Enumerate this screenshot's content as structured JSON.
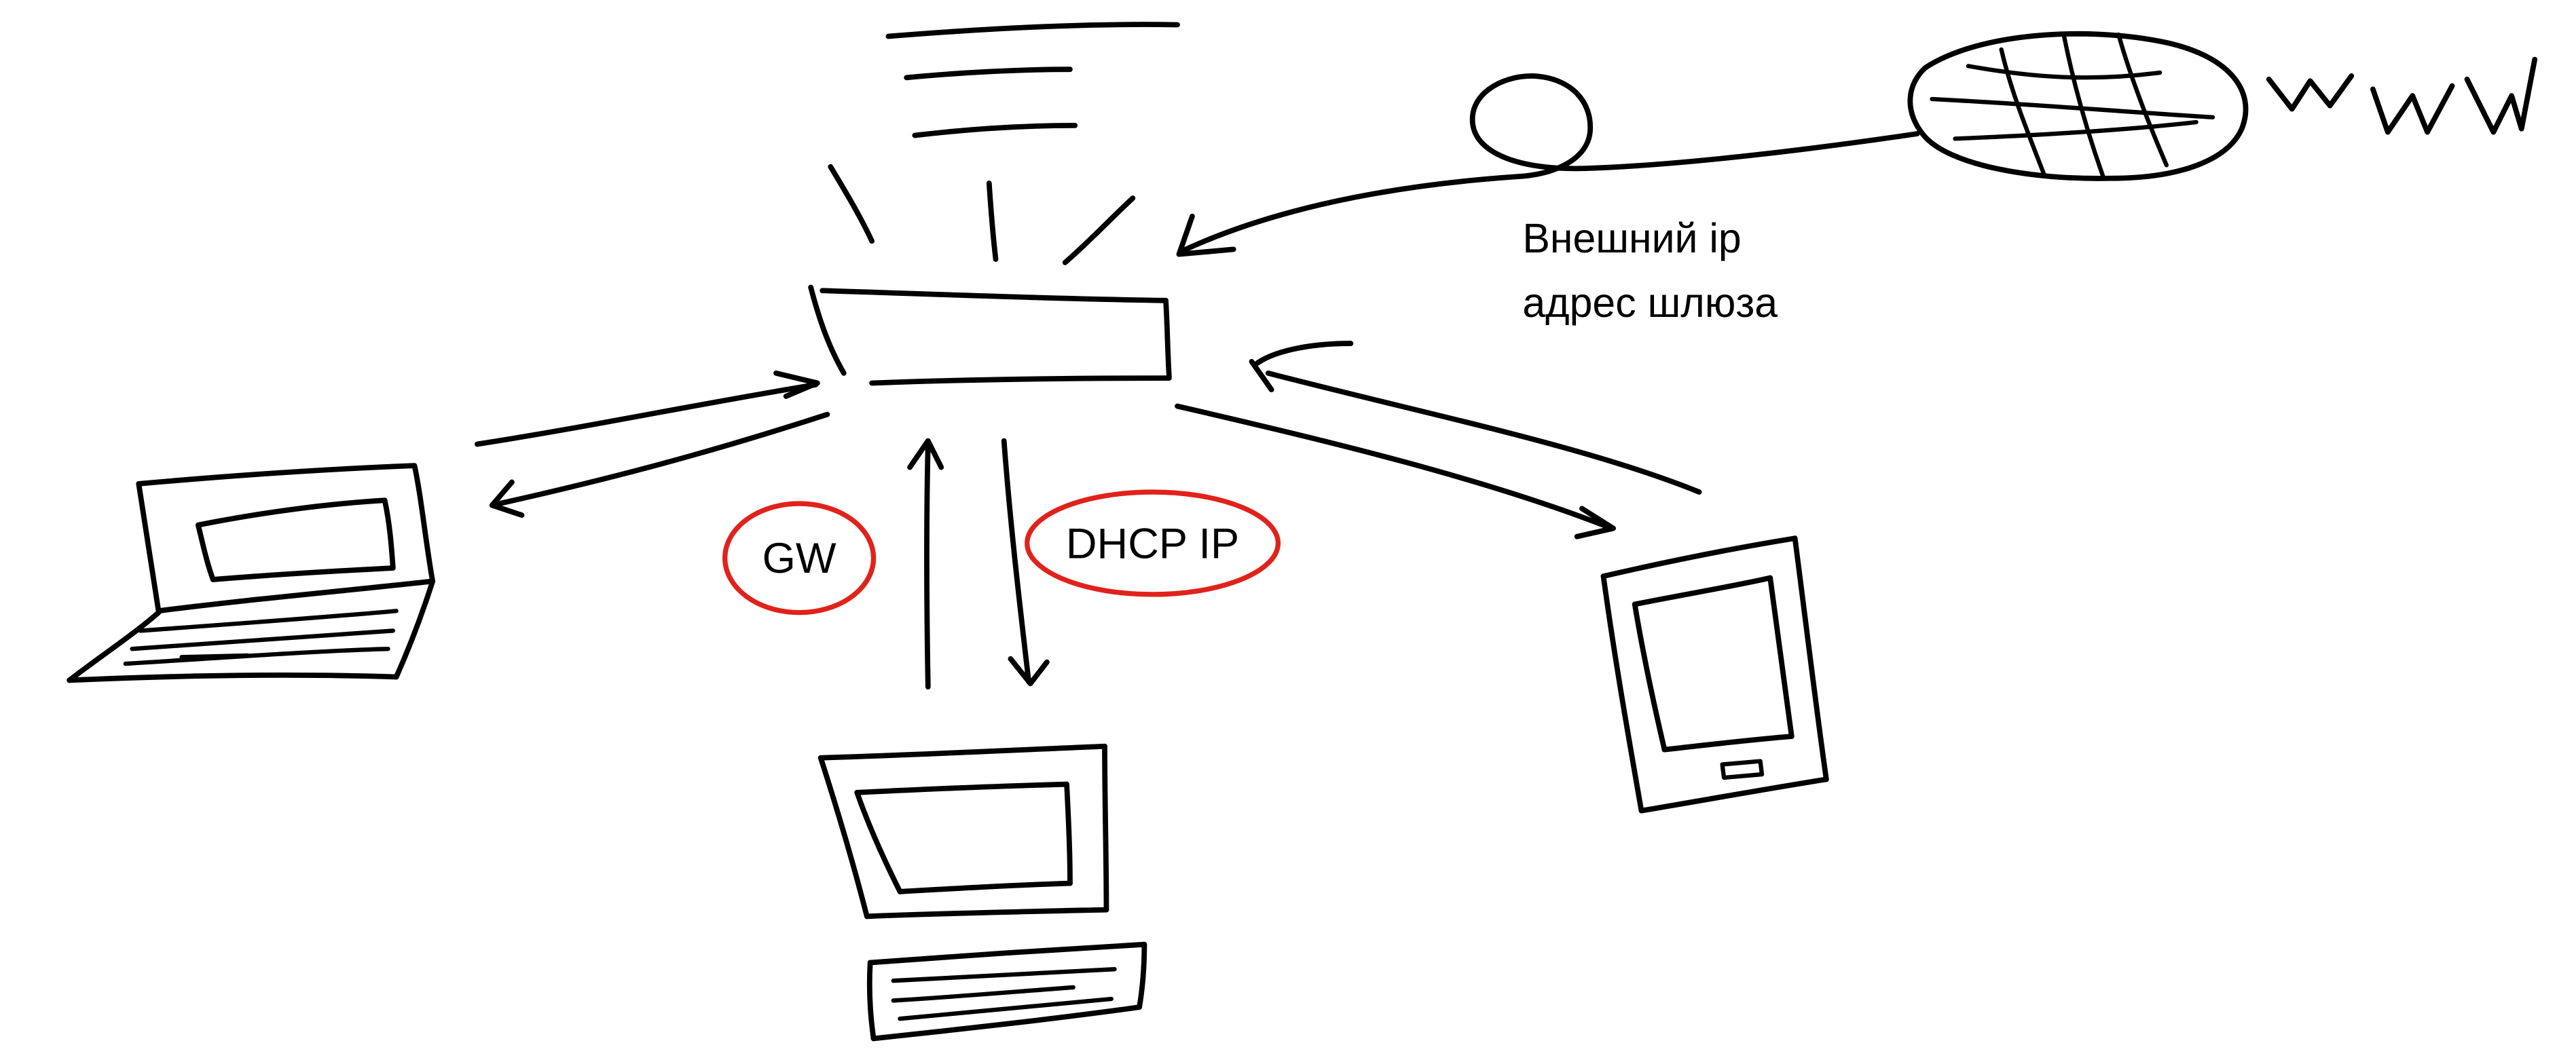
{
  "labels": {
    "gateway_ip_line1": "Внешний ip",
    "gateway_ip_line2": "адрес шлюза",
    "gw": "GW",
    "dhcp_ip": "DHCP IP"
  },
  "colors": {
    "ink": "#000000",
    "highlight_ring": "#e0221b",
    "background": "#ffffff"
  },
  "icons": [
    "router-icon",
    "wifi-signal-icon",
    "internet-globe-icon",
    "www-scribble",
    "laptop-icon",
    "desktop-computer-icon",
    "tablet-icon"
  ]
}
